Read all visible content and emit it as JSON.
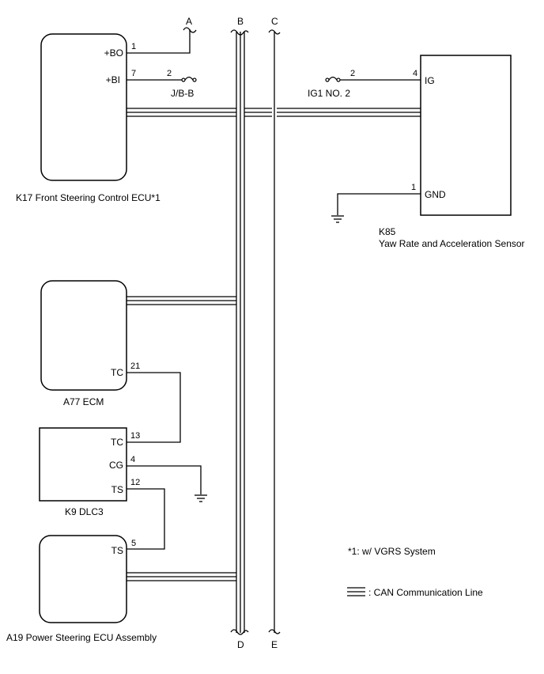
{
  "connectors": {
    "a": "A",
    "b": "B",
    "c": "C",
    "d": "D",
    "e": "E"
  },
  "components": {
    "k17": {
      "label": "K17  Front Steering Control ECU*1",
      "pin_bo": "+BO",
      "pin_bi": "+BI",
      "num_bo": "1",
      "num_bi": "7"
    },
    "jb": {
      "label": "J/B-B",
      "num": "2"
    },
    "ig1": {
      "label": "IG1 NO. 2",
      "num": "2"
    },
    "k85": {
      "code": "K85",
      "name": "Yaw Rate and Acceleration Sensor",
      "pin_ig": "IG",
      "pin_gnd": "GND",
      "num_ig": "4",
      "num_gnd": "1"
    },
    "a77": {
      "label": "A77  ECM",
      "pin_tc": "TC",
      "num_tc": "21"
    },
    "k9": {
      "label": "K9  DLC3",
      "pin_tc": "TC",
      "pin_cg": "CG",
      "pin_ts": "TS",
      "num_tc": "13",
      "num_cg": "4",
      "num_ts": "12"
    },
    "a19": {
      "label": "A19  Power Steering ECU Assembly",
      "pin_ts": "TS",
      "num_ts": "5"
    }
  },
  "notes": {
    "footnote": "*1: w/ VGRS System",
    "legend": ": CAN Communication Line"
  },
  "colors": {
    "line": "#000000",
    "background": "#ffffff"
  }
}
